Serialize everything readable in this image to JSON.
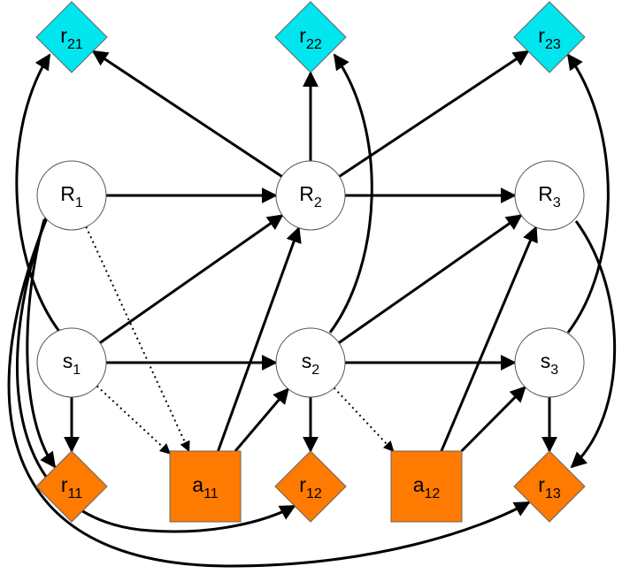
{
  "colors": {
    "circle_fill": "#ffffff",
    "circle_stroke": "#555555",
    "reward_top": "#00e5ee",
    "reward_bottom": "#ff7a00",
    "action": "#ff7a00",
    "edge": "#000000"
  },
  "nodes": [
    {
      "id": "r21",
      "shape": "diamond",
      "fill": "reward_top",
      "base": "r",
      "sub": "21"
    },
    {
      "id": "r22",
      "shape": "diamond",
      "fill": "reward_top",
      "base": "r",
      "sub": "22"
    },
    {
      "id": "r23",
      "shape": "diamond",
      "fill": "reward_top",
      "base": "r",
      "sub": "23"
    },
    {
      "id": "R1",
      "shape": "circle",
      "base": "R",
      "sub": "1"
    },
    {
      "id": "R2",
      "shape": "circle",
      "base": "R",
      "sub": "2"
    },
    {
      "id": "R3",
      "shape": "circle",
      "base": "R",
      "sub": "3"
    },
    {
      "id": "s1",
      "shape": "circle",
      "base": "s",
      "sub": "1"
    },
    {
      "id": "s2",
      "shape": "circle",
      "base": "s",
      "sub": "2"
    },
    {
      "id": "s3",
      "shape": "circle",
      "base": "s",
      "sub": "3"
    },
    {
      "id": "r11",
      "shape": "diamond",
      "fill": "reward_bottom",
      "base": "r",
      "sub": "11"
    },
    {
      "id": "a11",
      "shape": "square",
      "fill": "action",
      "base": "a",
      "sub": "11"
    },
    {
      "id": "r12",
      "shape": "diamond",
      "fill": "reward_bottom",
      "base": "r",
      "sub": "12"
    },
    {
      "id": "a12",
      "shape": "square",
      "fill": "action",
      "base": "a",
      "sub": "12"
    },
    {
      "id": "r13",
      "shape": "diamond",
      "fill": "reward_bottom",
      "base": "r",
      "sub": "13"
    }
  ],
  "edges": [
    {
      "from": "R1",
      "to": "R2",
      "style": "solid"
    },
    {
      "from": "R2",
      "to": "R3",
      "style": "solid"
    },
    {
      "from": "R2",
      "to": "r21",
      "style": "solid"
    },
    {
      "from": "R2",
      "to": "r22",
      "style": "solid"
    },
    {
      "from": "R2",
      "to": "r23",
      "style": "solid"
    },
    {
      "from": "s1",
      "to": "s2",
      "style": "solid"
    },
    {
      "from": "s2",
      "to": "s3",
      "style": "solid"
    },
    {
      "from": "s1",
      "to": "R2",
      "style": "solid"
    },
    {
      "from": "s2",
      "to": "R3",
      "style": "solid"
    },
    {
      "from": "s1",
      "to": "r11",
      "style": "solid"
    },
    {
      "from": "s2",
      "to": "r12",
      "style": "solid"
    },
    {
      "from": "s3",
      "to": "r13",
      "style": "solid"
    },
    {
      "from": "a11",
      "to": "R2",
      "style": "solid"
    },
    {
      "from": "a11",
      "to": "s2",
      "style": "solid"
    },
    {
      "from": "a12",
      "to": "R3",
      "style": "solid"
    },
    {
      "from": "a12",
      "to": "s3",
      "style": "solid"
    },
    {
      "from": "R1",
      "to": "a11",
      "style": "dotted"
    },
    {
      "from": "s1",
      "to": "a11",
      "style": "dotted"
    },
    {
      "from": "s2",
      "to": "a12",
      "style": "dotted"
    },
    {
      "from": "s1",
      "to": "r21",
      "style": "solid"
    },
    {
      "from": "s2",
      "to": "r22",
      "style": "solid"
    },
    {
      "from": "s3",
      "to": "r23",
      "style": "solid"
    },
    {
      "from": "R1",
      "to": "r11",
      "style": "solid"
    },
    {
      "from": "R1",
      "to": "r12",
      "style": "solid"
    },
    {
      "from": "R1",
      "to": "r13",
      "style": "solid"
    },
    {
      "from": "R3",
      "to": "r13",
      "style": "solid"
    }
  ]
}
